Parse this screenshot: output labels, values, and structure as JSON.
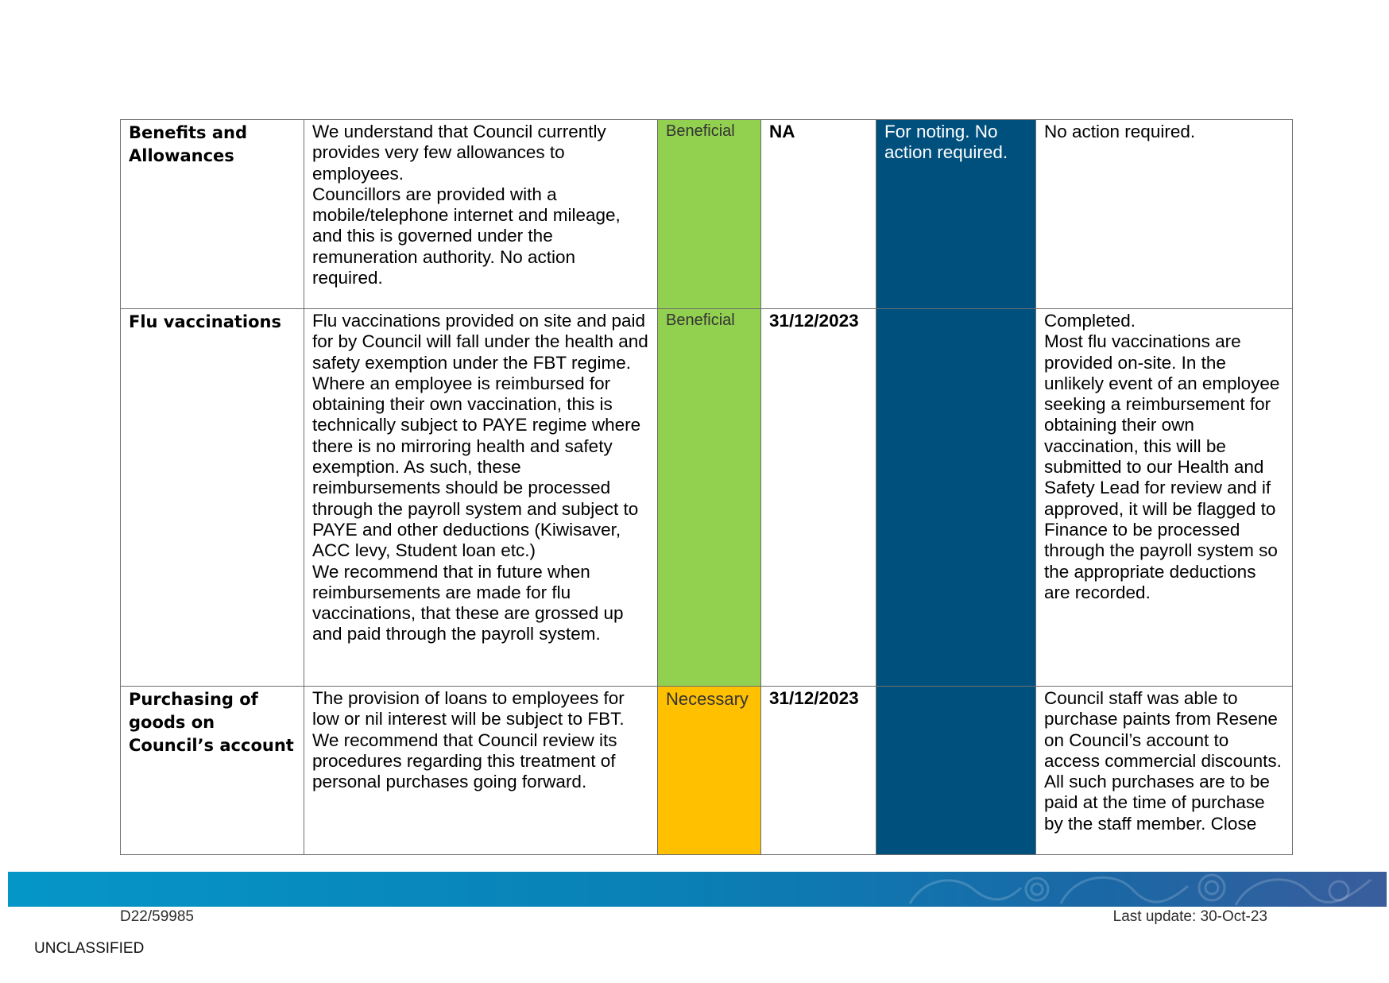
{
  "colors": {
    "beneficial": "#92d050",
    "necessary": "#ffc000",
    "management_column": "#00507e",
    "border": "#6e6e6e",
    "footer_band_start": "#0596c8",
    "footer_band_end": "#3a5d9c"
  },
  "rows": [
    {
      "area": "Benefits and Allowances",
      "description": "We understand that Council currently provides very few allowances to employees.\nCouncillors are provided with a mobile/telephone internet and mileage, and this is governed under the remuneration authority. No action required.",
      "rating": "Beneficial",
      "due_date": "NA",
      "management_comment": "For noting. No action required.",
      "response": "No action required."
    },
    {
      "area": "Flu vaccinations",
      "description": "Flu vaccinations provided on site and paid for by Council will fall under the health and safety exemption under the FBT regime.\nWhere an employee is reimbursed for obtaining their own vaccination, this is technically subject to PAYE regime where there is no mirroring health and safety exemption. As such, these reimbursements should be processed through the payroll system and subject to PAYE and other deductions (Kiwisaver, ACC levy, Student loan etc.)\nWe recommend that in future when reimbursements are made for flu vaccinations, that these are grossed up and paid through the payroll system.",
      "rating": "Beneficial",
      "due_date": "31/12/2023",
      "management_comment": "",
      "response": "Completed.\nMost flu vaccinations are provided on-site. In the unlikely event of an employee seeking a reimbursement for obtaining their own vaccination, this will be submitted to our Health and Safety Lead for review and if approved, it will be flagged to Finance to be processed through the payroll system so the appropriate deductions are recorded."
    },
    {
      "area": "Purchasing of goods on Council’s account",
      "description": "The provision of loans to employees for low or nil interest will be subject to FBT.\nWe recommend that Council review its procedures regarding this treatment of personal purchases going forward.",
      "rating": "Necessary",
      "due_date": "31/12/2023",
      "management_comment": "",
      "response": "Council staff was able to purchase paints from Resene on Council’s account to access commercial discounts. All such purchases are to be paid at the time of purchase by the staff member. Close"
    }
  ],
  "footer": {
    "doc_id": "D22/59985",
    "last_update": "Last update: 30-Oct-23",
    "classification": "UNCLASSIFIED"
  }
}
